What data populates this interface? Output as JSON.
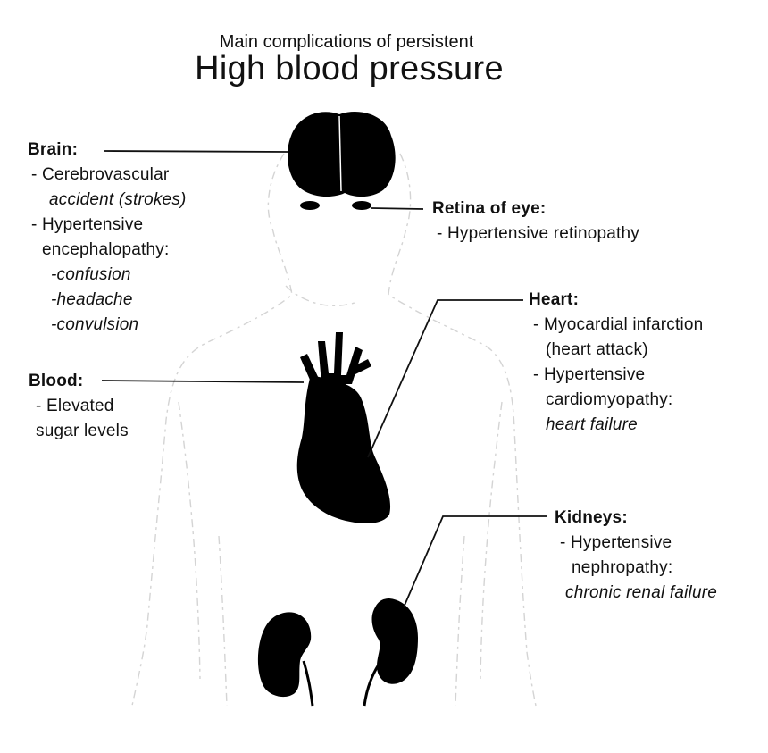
{
  "title": {
    "subtitle": "Main complications of persistent",
    "main": "High blood pressure"
  },
  "brain": {
    "heading": "Brain:",
    "lines": [
      "- Cerebrovascular",
      "accident  (strokes)",
      "- Hypertensive",
      "encephalopathy:",
      "-confusion",
      "-headache",
      "-convulsion"
    ]
  },
  "retina": {
    "heading": "Retina of eye:",
    "lines": [
      "- Hypertensive retinopathy"
    ]
  },
  "heart": {
    "heading": "Heart:",
    "lines": [
      "- Myocardial infarction",
      "(heart attack)",
      "- Hypertensive",
      "cardiomyopathy:",
      "heart failure"
    ]
  },
  "blood": {
    "heading": "Blood:",
    "lines": [
      "- Elevated",
      "sugar levels"
    ]
  },
  "kidneys": {
    "heading": "Kidneys:",
    "lines": [
      "- Hypertensive",
      "nephropathy:",
      "chronic renal failure"
    ]
  },
  "colors": {
    "organ": "#000000",
    "outline": "#d6d6d6",
    "text": "#111111"
  }
}
